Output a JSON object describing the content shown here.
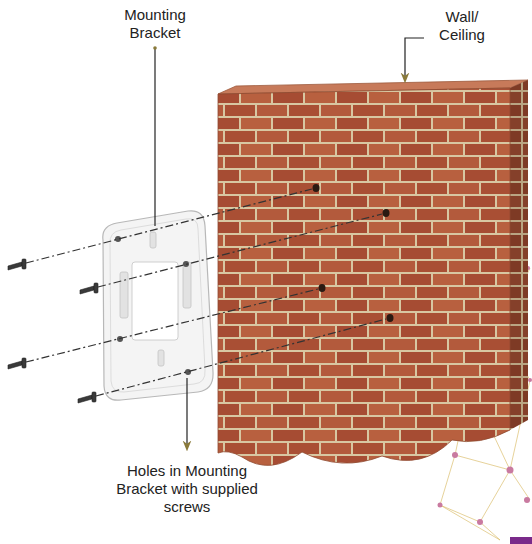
{
  "diagram": {
    "labels": [
      "Mounting Bracket",
      "Wall/ Ceiling",
      "Holes in Mounting Bracket with supplied screws"
    ]
  }
}
